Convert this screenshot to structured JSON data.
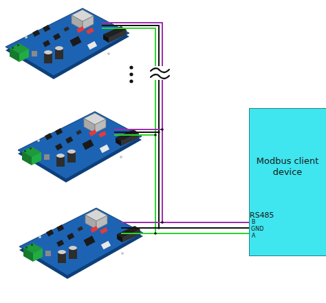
{
  "diagram": {
    "nodes": [
      {
        "text": [
          "Modbus client device"
        ]
      }
    ],
    "labels": [
      "RS485",
      "B",
      "GND",
      "A"
    ]
  }
}
